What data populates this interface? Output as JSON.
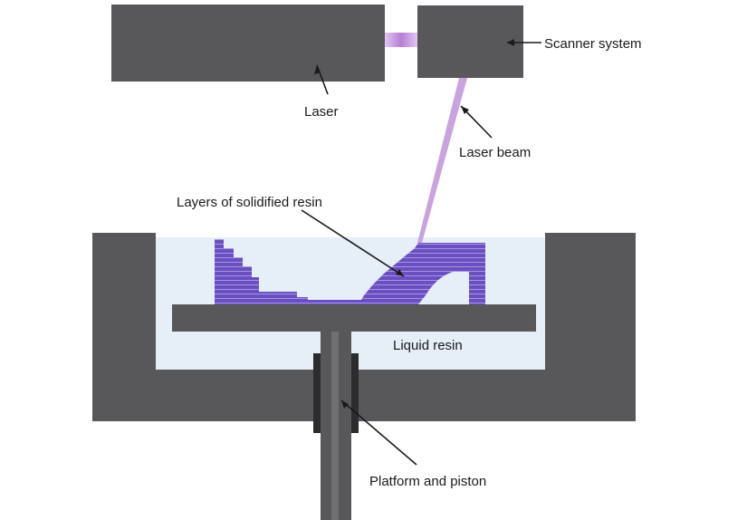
{
  "labels": {
    "laser": "Laser",
    "scanner": "Scanner system",
    "beam": "Laser beam",
    "layers": "Layers of solidified resin",
    "resin": "Liquid resin",
    "platform": "Platform and piston"
  },
  "colors": {
    "housing": "#58585a",
    "liquid_resin": "#e6eef8",
    "solid_resin": "#6a4fc2",
    "beam": "#c9a3de",
    "text": "#1a1a1a"
  }
}
